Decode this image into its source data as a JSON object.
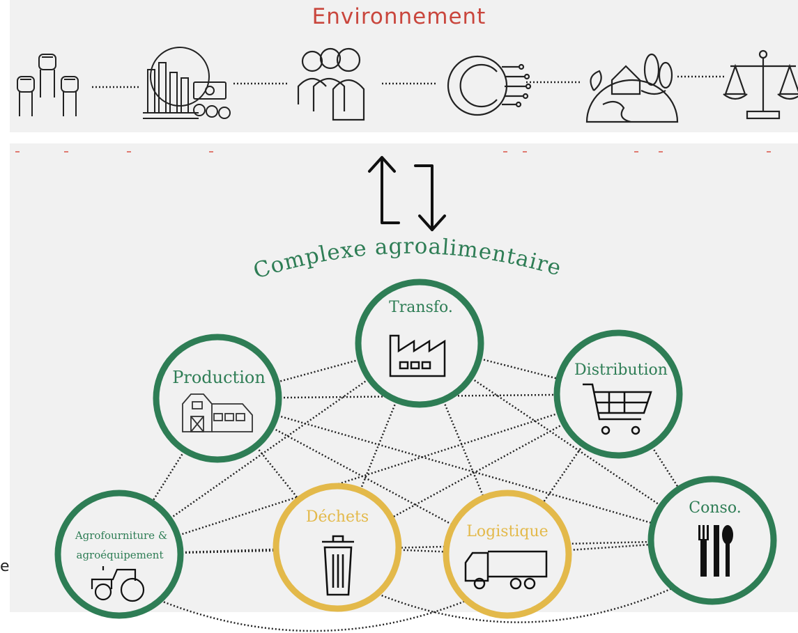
{
  "environment": {
    "title": "Environnement",
    "title_color": "#c9463d",
    "icons": [
      "protest-fists-icon",
      "economy-globe-money-icon",
      "people-group-icon",
      "technology-gear-icon",
      "earth-nature-icon",
      "justice-scales-icon"
    ]
  },
  "interaction": {
    "icon": "bidirectional-arrows-icon"
  },
  "complex": {
    "title": "Complexe agroalimentaire",
    "title_color": "#2e7d55",
    "nodes": [
      {
        "id": "transfo",
        "label": "Transfo.",
        "icon": "factory-icon",
        "ring_color": "#2e7d55"
      },
      {
        "id": "production",
        "label": "Production",
        "icon": "barn-icon",
        "ring_color": "#2e7d55"
      },
      {
        "id": "distribution",
        "label": "Distribution",
        "icon": "shopping-cart-icon",
        "ring_color": "#2e7d55"
      },
      {
        "id": "agrofourniture",
        "label_line1": "Agrofourniture &",
        "label_line2": "agroéquipement",
        "icon": "tractor-icon",
        "ring_color": "#2e7d55"
      },
      {
        "id": "dechets",
        "label": "Déchets",
        "icon": "trash-bin-icon",
        "ring_color": "#e3b94a"
      },
      {
        "id": "logistique",
        "label": "Logistique",
        "icon": "truck-icon",
        "ring_color": "#e3b94a"
      },
      {
        "id": "conso",
        "label": "Conso.",
        "icon": "cutlery-icon",
        "ring_color": "#2e7d55"
      }
    ]
  },
  "edge_letter": "e"
}
